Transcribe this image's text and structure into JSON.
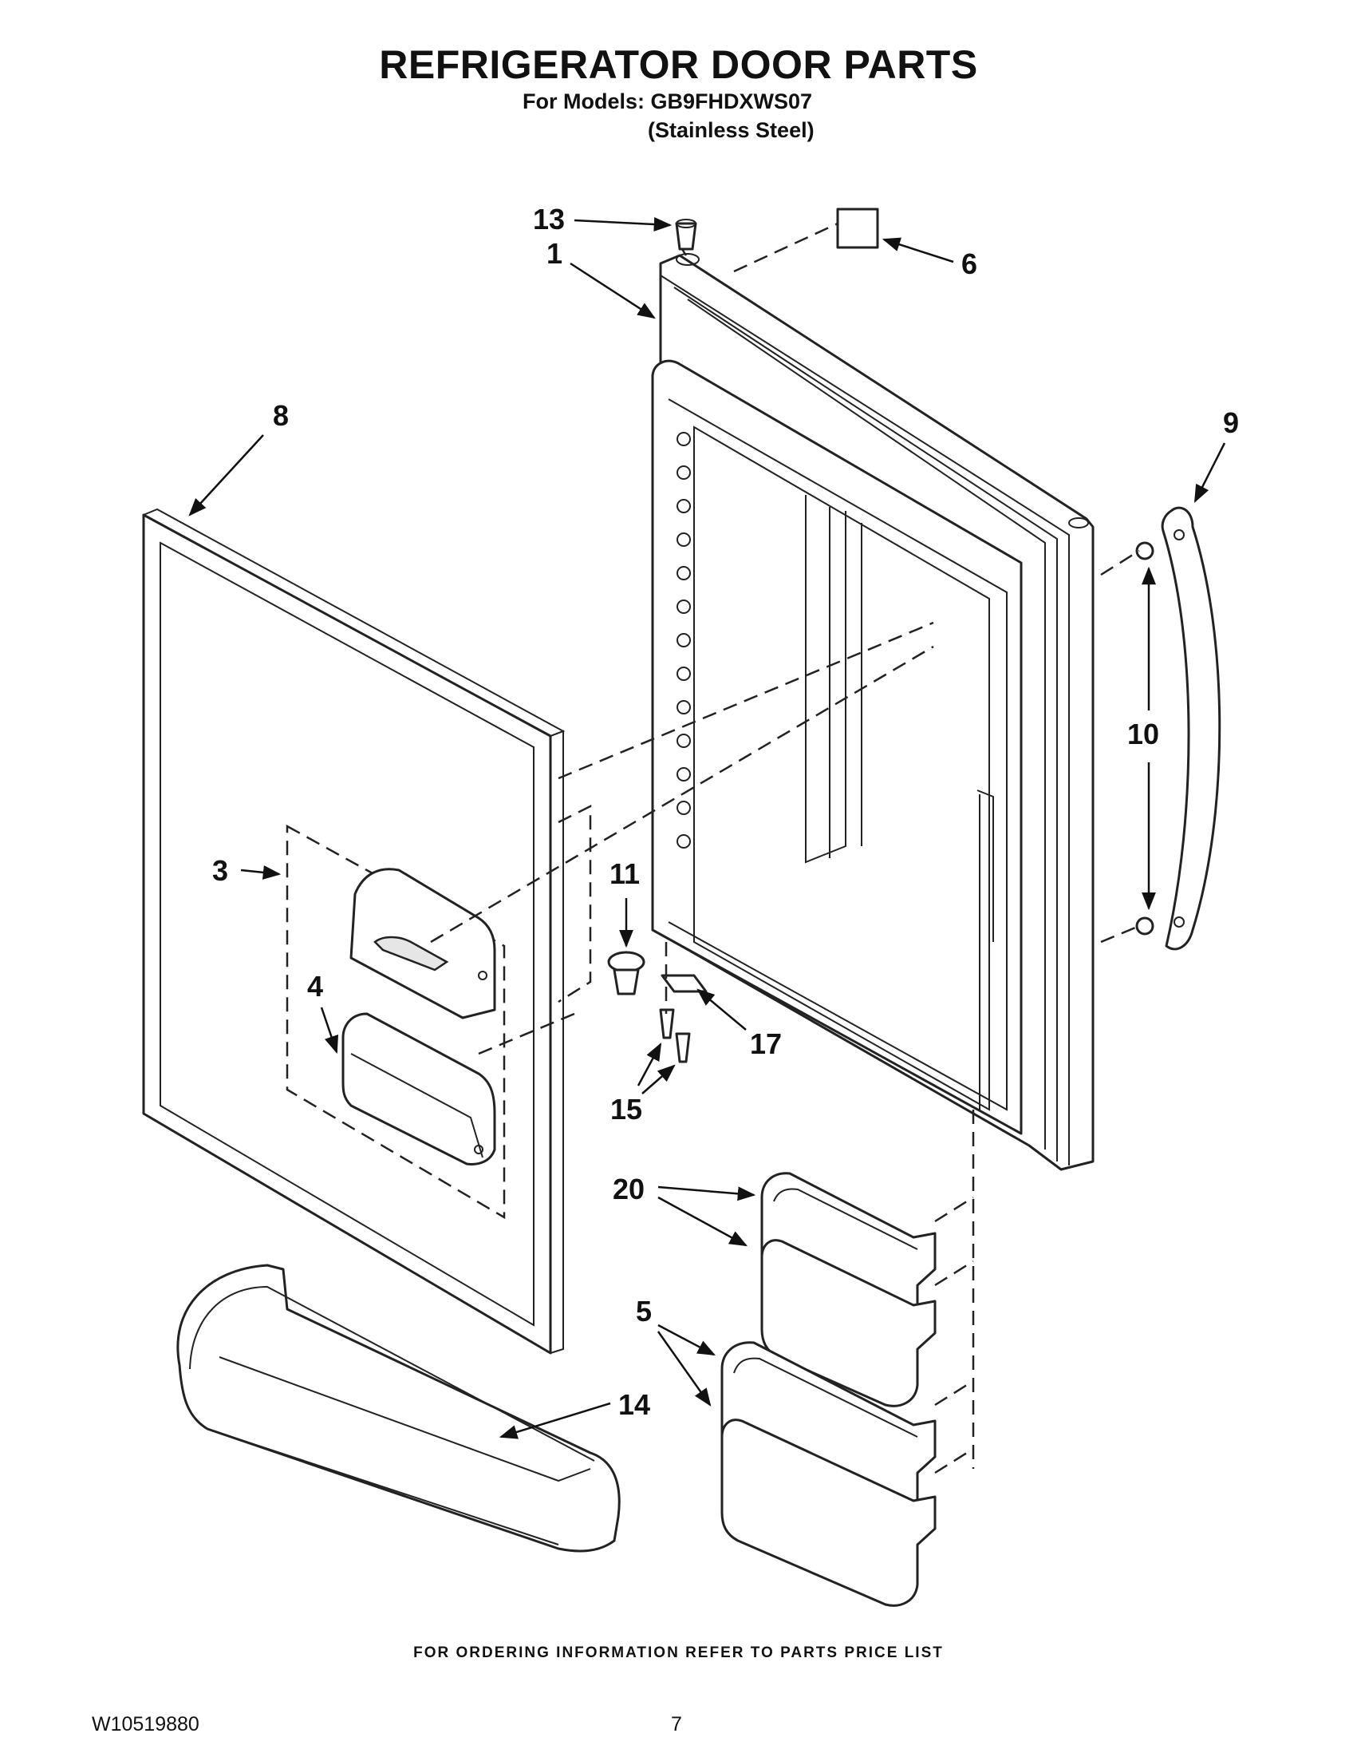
{
  "header": {
    "title": "REFRIGERATOR DOOR PARTS",
    "models": "For Models: GB9FHDXWS07",
    "variant": "(Stainless Steel)"
  },
  "footer": {
    "note": "FOR ORDERING INFORMATION REFER TO PARTS PRICE LIST",
    "doc_id": "W10519880",
    "page": "7"
  },
  "callouts": {
    "c13": "13",
    "c1": "1",
    "c6": "6",
    "c8": "8",
    "c9": "9",
    "c10": "10",
    "c3": "3",
    "c11": "11",
    "c4": "4",
    "c17": "17",
    "c15": "15",
    "c20": "20",
    "c5": "5",
    "c14": "14"
  }
}
